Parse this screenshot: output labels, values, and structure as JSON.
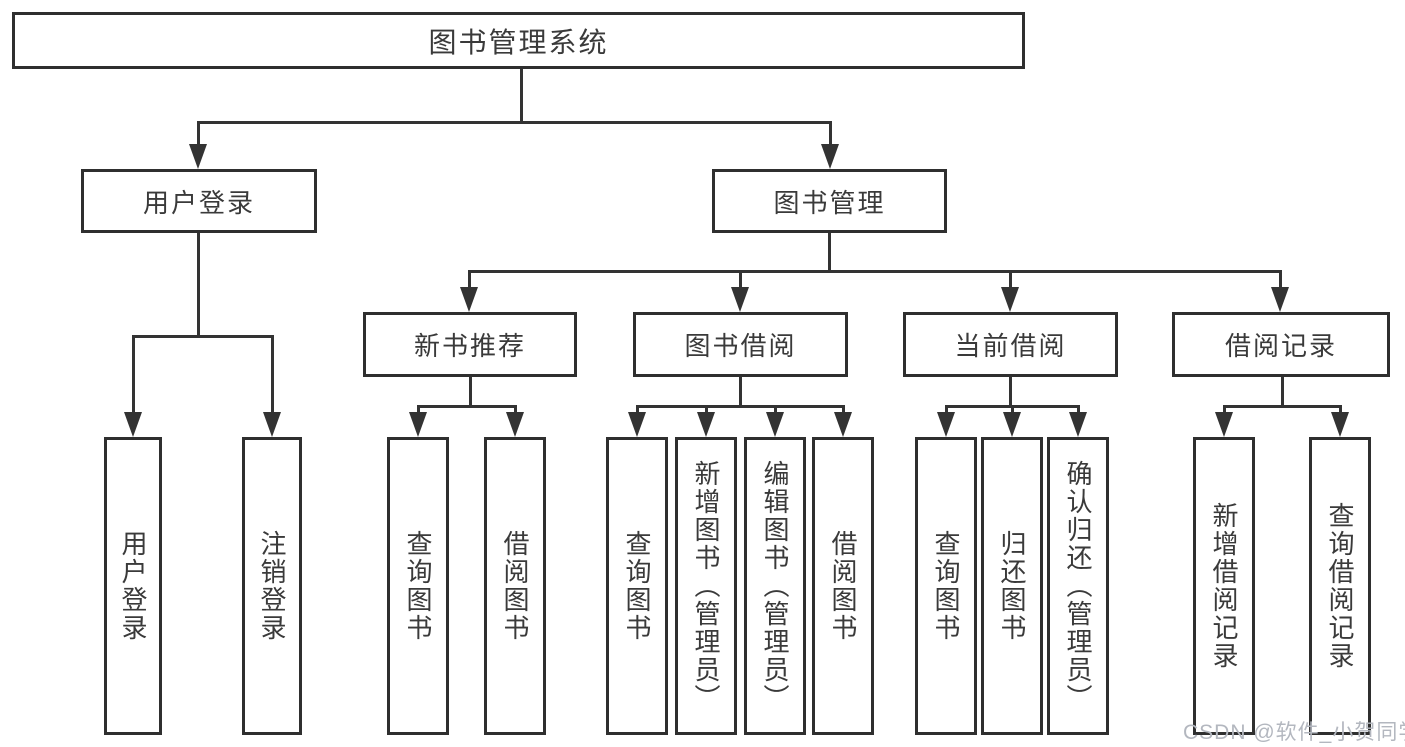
{
  "colors": {
    "line": "#333333",
    "box_border": "#2f2f2f",
    "text": "#3a3a3a",
    "background": "#ffffff",
    "watermark": "#b3b7bf"
  },
  "watermark": {
    "text": "CSDN @软件_小贺同学"
  },
  "tree": {
    "root": "图书管理系统",
    "branches": [
      {
        "label": "用户登录",
        "leaves": [
          "用户登录",
          "注销登录"
        ]
      },
      {
        "label": "图书管理",
        "groups": [
          {
            "label": "新书推荐",
            "leaves": [
              "查询图书",
              "借阅图书"
            ]
          },
          {
            "label": "图书借阅",
            "leaves": [
              "查询图书",
              "新增图书（管理员）",
              "编辑图书（管理员）",
              "借阅图书"
            ]
          },
          {
            "label": "当前借阅",
            "leaves": [
              "查询图书",
              "归还图书",
              "确认归还（管理员）"
            ]
          },
          {
            "label": "借阅记录",
            "leaves": [
              "新增借阅记录",
              "查询借阅记录"
            ]
          }
        ]
      }
    ]
  }
}
